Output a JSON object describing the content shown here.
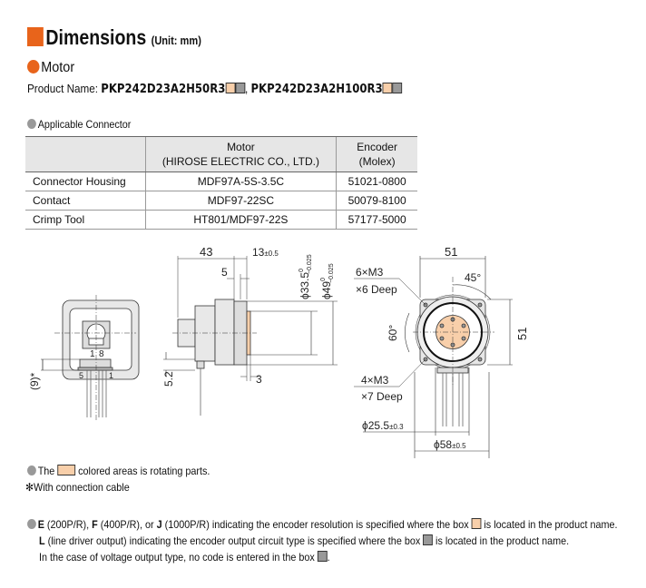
{
  "header": {
    "title": "Dimensions",
    "unit": "(Unit: mm)"
  },
  "section": {
    "title": "Motor",
    "product_label": "Product Name:",
    "products": [
      "PKP242D23A2H50R3",
      ", ",
      "PKP242D23A2H100R3"
    ]
  },
  "connector": {
    "title": "Applicable Connector",
    "columns": [
      "",
      "Motor",
      "(HIROSE ELECTRIC CO., LTD.)",
      "Encoder",
      "(Molex)"
    ],
    "rows": [
      [
        "Connector Housing",
        "MDF97A-5S-3.5C",
        "51021-0800"
      ],
      [
        "Contact",
        "MDF97-22SC",
        "50079-8100"
      ],
      [
        "Crimp Tool",
        "HT801/MDF97-22S",
        "57177-5000"
      ]
    ]
  },
  "drawing": {
    "front": {
      "pin_a": "1",
      "pin_b": "8",
      "pin_c": "5",
      "pin_d": "1",
      "dim_cable": "(9)*"
    },
    "side": {
      "dim_43": "43",
      "dim_13": "13",
      "tol_13": "±0.5",
      "dim_5": "5",
      "dim_335": "ϕ33.5",
      "tol_335_up": "0",
      "tol_335_lo": "−0.025",
      "dim_49": "ϕ49",
      "tol_49_up": "0",
      "tol_49_lo": "−0.025",
      "dim_52": "5.2",
      "dim_3": "3"
    },
    "flange": {
      "dim_w": "51",
      "dim_h": "51",
      "angle_45": "45°",
      "angle_60": "60°",
      "holes_a": "6×M3",
      "holes_a_depth": "×6 Deep",
      "holes_b": "4×M3",
      "holes_b_depth": "×7 Deep",
      "dim_255": "ϕ25.5",
      "tol_255": "±0.3",
      "dim_58": "ϕ58",
      "tol_58": "±0.5"
    }
  },
  "notes": {
    "rotating_pre": "The",
    "rotating_post": "colored areas is rotating parts.",
    "cable": "✻With connection cable",
    "enc": {
      "e": "E",
      "e_txt": " (200P/R), ",
      "f": "F",
      "f_txt": " (400P/R), or ",
      "j": "J",
      "j_txt": " (1000P/R) indicating the encoder resolution is specified where the box ",
      "j_end": " is located in the product name.",
      "l": "L",
      "l_txt": " (line driver output) indicating the encoder output circuit type is specified where the box ",
      "l_end": " is located in the product name.",
      "v_txt": "In the case of voltage output type, no code is entered in the box ",
      "v_end": "."
    }
  },
  "colors": {
    "accent": "#e8641b",
    "rotating": "#f8cfaa",
    "box_gray": "#999999"
  }
}
